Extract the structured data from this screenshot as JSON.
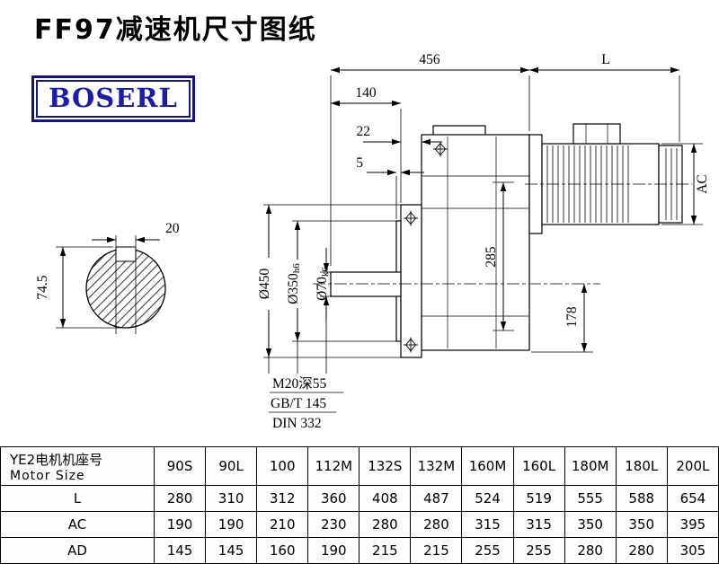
{
  "page": {
    "title": "FF97减速机尺寸图纸",
    "logo_text": "BOSERL"
  },
  "colors": {
    "logo_border": "#14147a",
    "logo_text": "#1c1caa",
    "line": "#000000"
  },
  "drawing": {
    "dim_456": "456",
    "dim_L": "L",
    "dim_140": "140",
    "dim_22": "22",
    "dim_5": "5",
    "dim_AC": "AC",
    "dim_285": "285",
    "dim_178": "178",
    "dia_flange": "Ø450",
    "dia_spigot": "Ø350",
    "dia_spigot_tol": "h6",
    "dia_shaft": "Ø70",
    "dia_shaft_tol": "k6",
    "key_width": "20",
    "key_height": "74.5",
    "note_tap": "M20深55",
    "note_gb": "GB/T 145",
    "note_din": "DIN 332"
  },
  "table": {
    "header_cn": "YE2电机机座号",
    "header_en": "Motor Size",
    "columns": [
      "90S",
      "90L",
      "100",
      "112M",
      "132S",
      "132M",
      "160M",
      "160L",
      "180M",
      "180L",
      "200L"
    ],
    "rows": [
      {
        "label": "L",
        "values": [
          "280",
          "310",
          "312",
          "360",
          "408",
          "487",
          "524",
          "519",
          "555",
          "588",
          "654"
        ]
      },
      {
        "label": "AC",
        "values": [
          "190",
          "190",
          "210",
          "230",
          "280",
          "280",
          "315",
          "315",
          "350",
          "350",
          "395"
        ]
      },
      {
        "label": "AD",
        "values": [
          "145",
          "145",
          "160",
          "190",
          "215",
          "215",
          "255",
          "255",
          "280",
          "280",
          "305"
        ]
      }
    ]
  }
}
